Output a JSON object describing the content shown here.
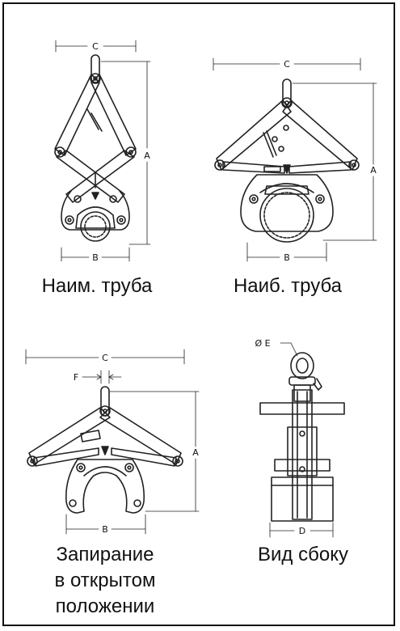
{
  "views": {
    "min_pipe": {
      "caption": "Наим. труба",
      "dims": {
        "a": "A",
        "b": "B",
        "c": "C"
      }
    },
    "max_pipe": {
      "caption": "Наиб. труба",
      "dims": {
        "a": "A",
        "b": "B",
        "c": "C"
      }
    },
    "open_lock": {
      "caption_lines": [
        "Запирание",
        "в открытом",
        "положении"
      ],
      "dims": {
        "a": "A",
        "b": "B",
        "c": "C",
        "f": "F"
      }
    },
    "side_view": {
      "caption": "Вид сбоку",
      "dims": {
        "d": "D",
        "e": "Ø E"
      }
    }
  }
}
